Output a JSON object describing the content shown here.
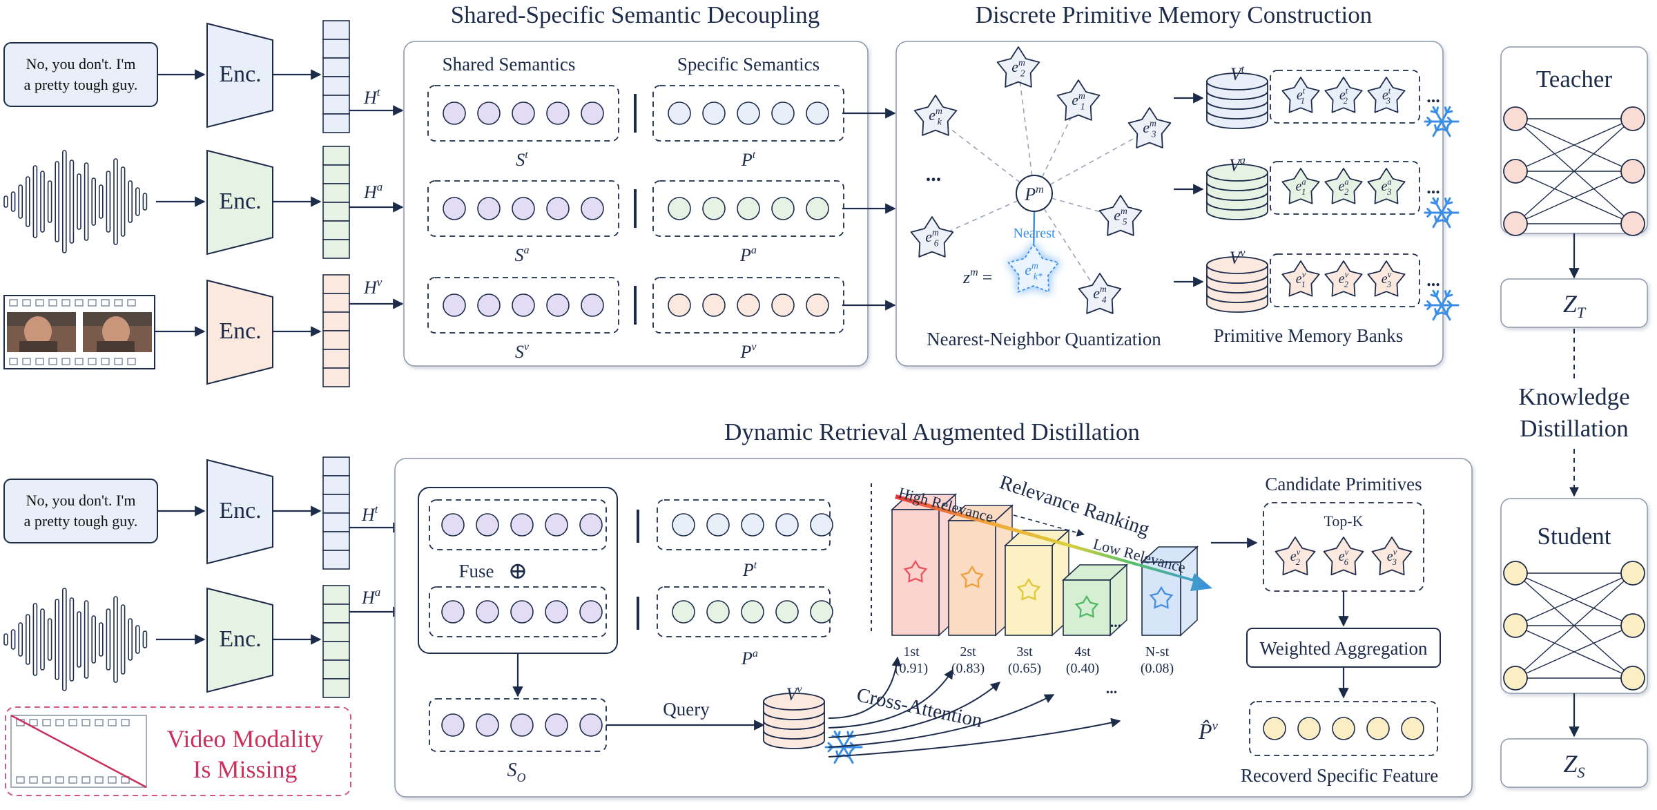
{
  "colors": {
    "text_blue": "#e8eff9",
    "audio_green": "#e6f3e4",
    "video_orange": "#fbe9df",
    "purple": "#e3dcf5",
    "stroke": "#1d2b4a",
    "missing_red": "#c8315e",
    "snowflake": "#3a8ee6"
  },
  "section_titles": {
    "decoupling": "Shared-Specific Semantic Decoupling",
    "memory": "Discrete Primitive Memory Construction",
    "distillation": "Dynamic Retrieval Augmented Distillation"
  },
  "inputs": {
    "text_sample": [
      "No, you don't. I'm",
      "a pretty tough guy."
    ],
    "encoder_label": "Enc."
  },
  "hidden_labels": {
    "text": "H",
    "text_sup": "t",
    "audio": "H",
    "audio_sup": "a",
    "video": "H",
    "video_sup": "v"
  },
  "decoupling": {
    "shared_label": "Shared Semantics",
    "specific_label": "Specific Semantics",
    "rows": [
      {
        "shared": "S",
        "shared_sup": "t",
        "specific": "P",
        "specific_sup": "t"
      },
      {
        "shared": "S",
        "shared_sup": "a",
        "specific": "P",
        "specific_sup": "a"
      },
      {
        "shared": "S",
        "shared_sup": "v",
        "specific": "P",
        "specific_sup": "v"
      }
    ]
  },
  "memory": {
    "center": "P",
    "center_sup": "m",
    "nearest_label": "Nearest",
    "z_label": "z",
    "z_sup": "m",
    "equals": "=",
    "ellipsis": "...",
    "stars": [
      {
        "base": "e",
        "sup": "m",
        "sub": "2"
      },
      {
        "base": "e",
        "sup": "m",
        "sub": "1"
      },
      {
        "base": "e",
        "sup": "m",
        "sub": "3"
      },
      {
        "base": "e",
        "sup": "m",
        "sub": "k"
      },
      {
        "base": "e",
        "sup": "m",
        "sub": "5"
      },
      {
        "base": "e",
        "sup": "m",
        "sub": "6"
      },
      {
        "base": "e",
        "sup": "m",
        "sub": "4"
      },
      {
        "base": "e",
        "sup": "m",
        "sub": "k*"
      }
    ],
    "quantization_caption": "Nearest-Neighbor Quantization",
    "banks_caption": "Primitive Memory Banks",
    "banks": [
      {
        "label": "V",
        "sup": "t",
        "entries": [
          {
            "sup": "t",
            "sub": "1"
          },
          {
            "sup": "t",
            "sub": "2"
          },
          {
            "sup": "t",
            "sub": "3"
          }
        ]
      },
      {
        "label": "V",
        "sup": "a",
        "entries": [
          {
            "sup": "a",
            "sub": "1"
          },
          {
            "sup": "a",
            "sub": "2"
          },
          {
            "sup": "a",
            "sub": "3"
          }
        ]
      },
      {
        "label": "V",
        "sup": "v",
        "entries": [
          {
            "sup": "v",
            "sub": "1"
          },
          {
            "sup": "v",
            "sub": "2"
          },
          {
            "sup": "v",
            "sub": "3"
          }
        ]
      }
    ]
  },
  "teacher": {
    "label": "Teacher",
    "output": "Z",
    "output_sub": "T"
  },
  "student": {
    "label": "Student",
    "output": "Z",
    "output_sub": "S"
  },
  "kd_label": [
    "Knowledge",
    "Distillation"
  ],
  "distillation": {
    "fuse_label": "Fuse",
    "fuse_symbol": "⊕",
    "so_label": "S",
    "so_sub": "O",
    "query_label": "Query",
    "cross_attention": "Cross-Attention",
    "relevance_ranking": "Relevance Ranking",
    "high_relevance": "High Relevance",
    "low_relevance": "Low Relevance",
    "retrieval_bank": {
      "label": "V",
      "sup": "v"
    },
    "ranks": [
      {
        "rank": "1st",
        "score": "(0.91)"
      },
      {
        "rank": "2st",
        "score": "(0.83)"
      },
      {
        "rank": "3st",
        "score": "(0.65)"
      },
      {
        "rank": "4st",
        "score": "(0.40)"
      },
      {
        "rank": "N-st",
        "score": "(0.08)"
      }
    ],
    "candidate_title": "Candidate Primitives",
    "topk_label": "Top-K",
    "candidates": [
      {
        "sup": "v",
        "sub": "2"
      },
      {
        "sup": "v",
        "sub": "6"
      },
      {
        "sup": "v",
        "sub": "3"
      }
    ],
    "weighted_aggregation": "Weighted Aggregation",
    "recovered_label": "P̂",
    "recovered_sup": "v",
    "recovered_caption": "Recoverd Specific Feature",
    "missing_text": [
      "Video Modality",
      "Is Missing"
    ]
  }
}
